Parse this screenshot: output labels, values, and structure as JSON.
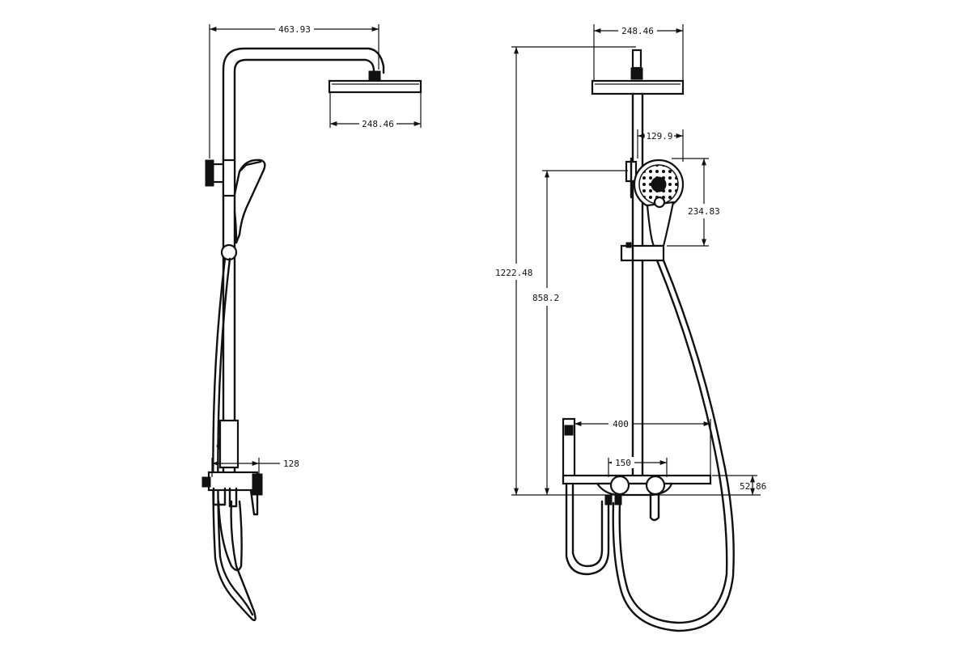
{
  "side_view": {
    "width_top": "463.93",
    "head_width": "248.46",
    "valve_depth": "128"
  },
  "front_view": {
    "head_width": "248.46",
    "arm_offset": "129.9",
    "hand_head_height": "234.83",
    "total_height": "1222.48",
    "holder_height": "858.2",
    "shelf_width": "400",
    "valve_spacing": "150",
    "shelf_height_a": "52",
    "shelf_height_b": "86"
  },
  "colors": {
    "line": "#111111",
    "background": "#ffffff"
  }
}
